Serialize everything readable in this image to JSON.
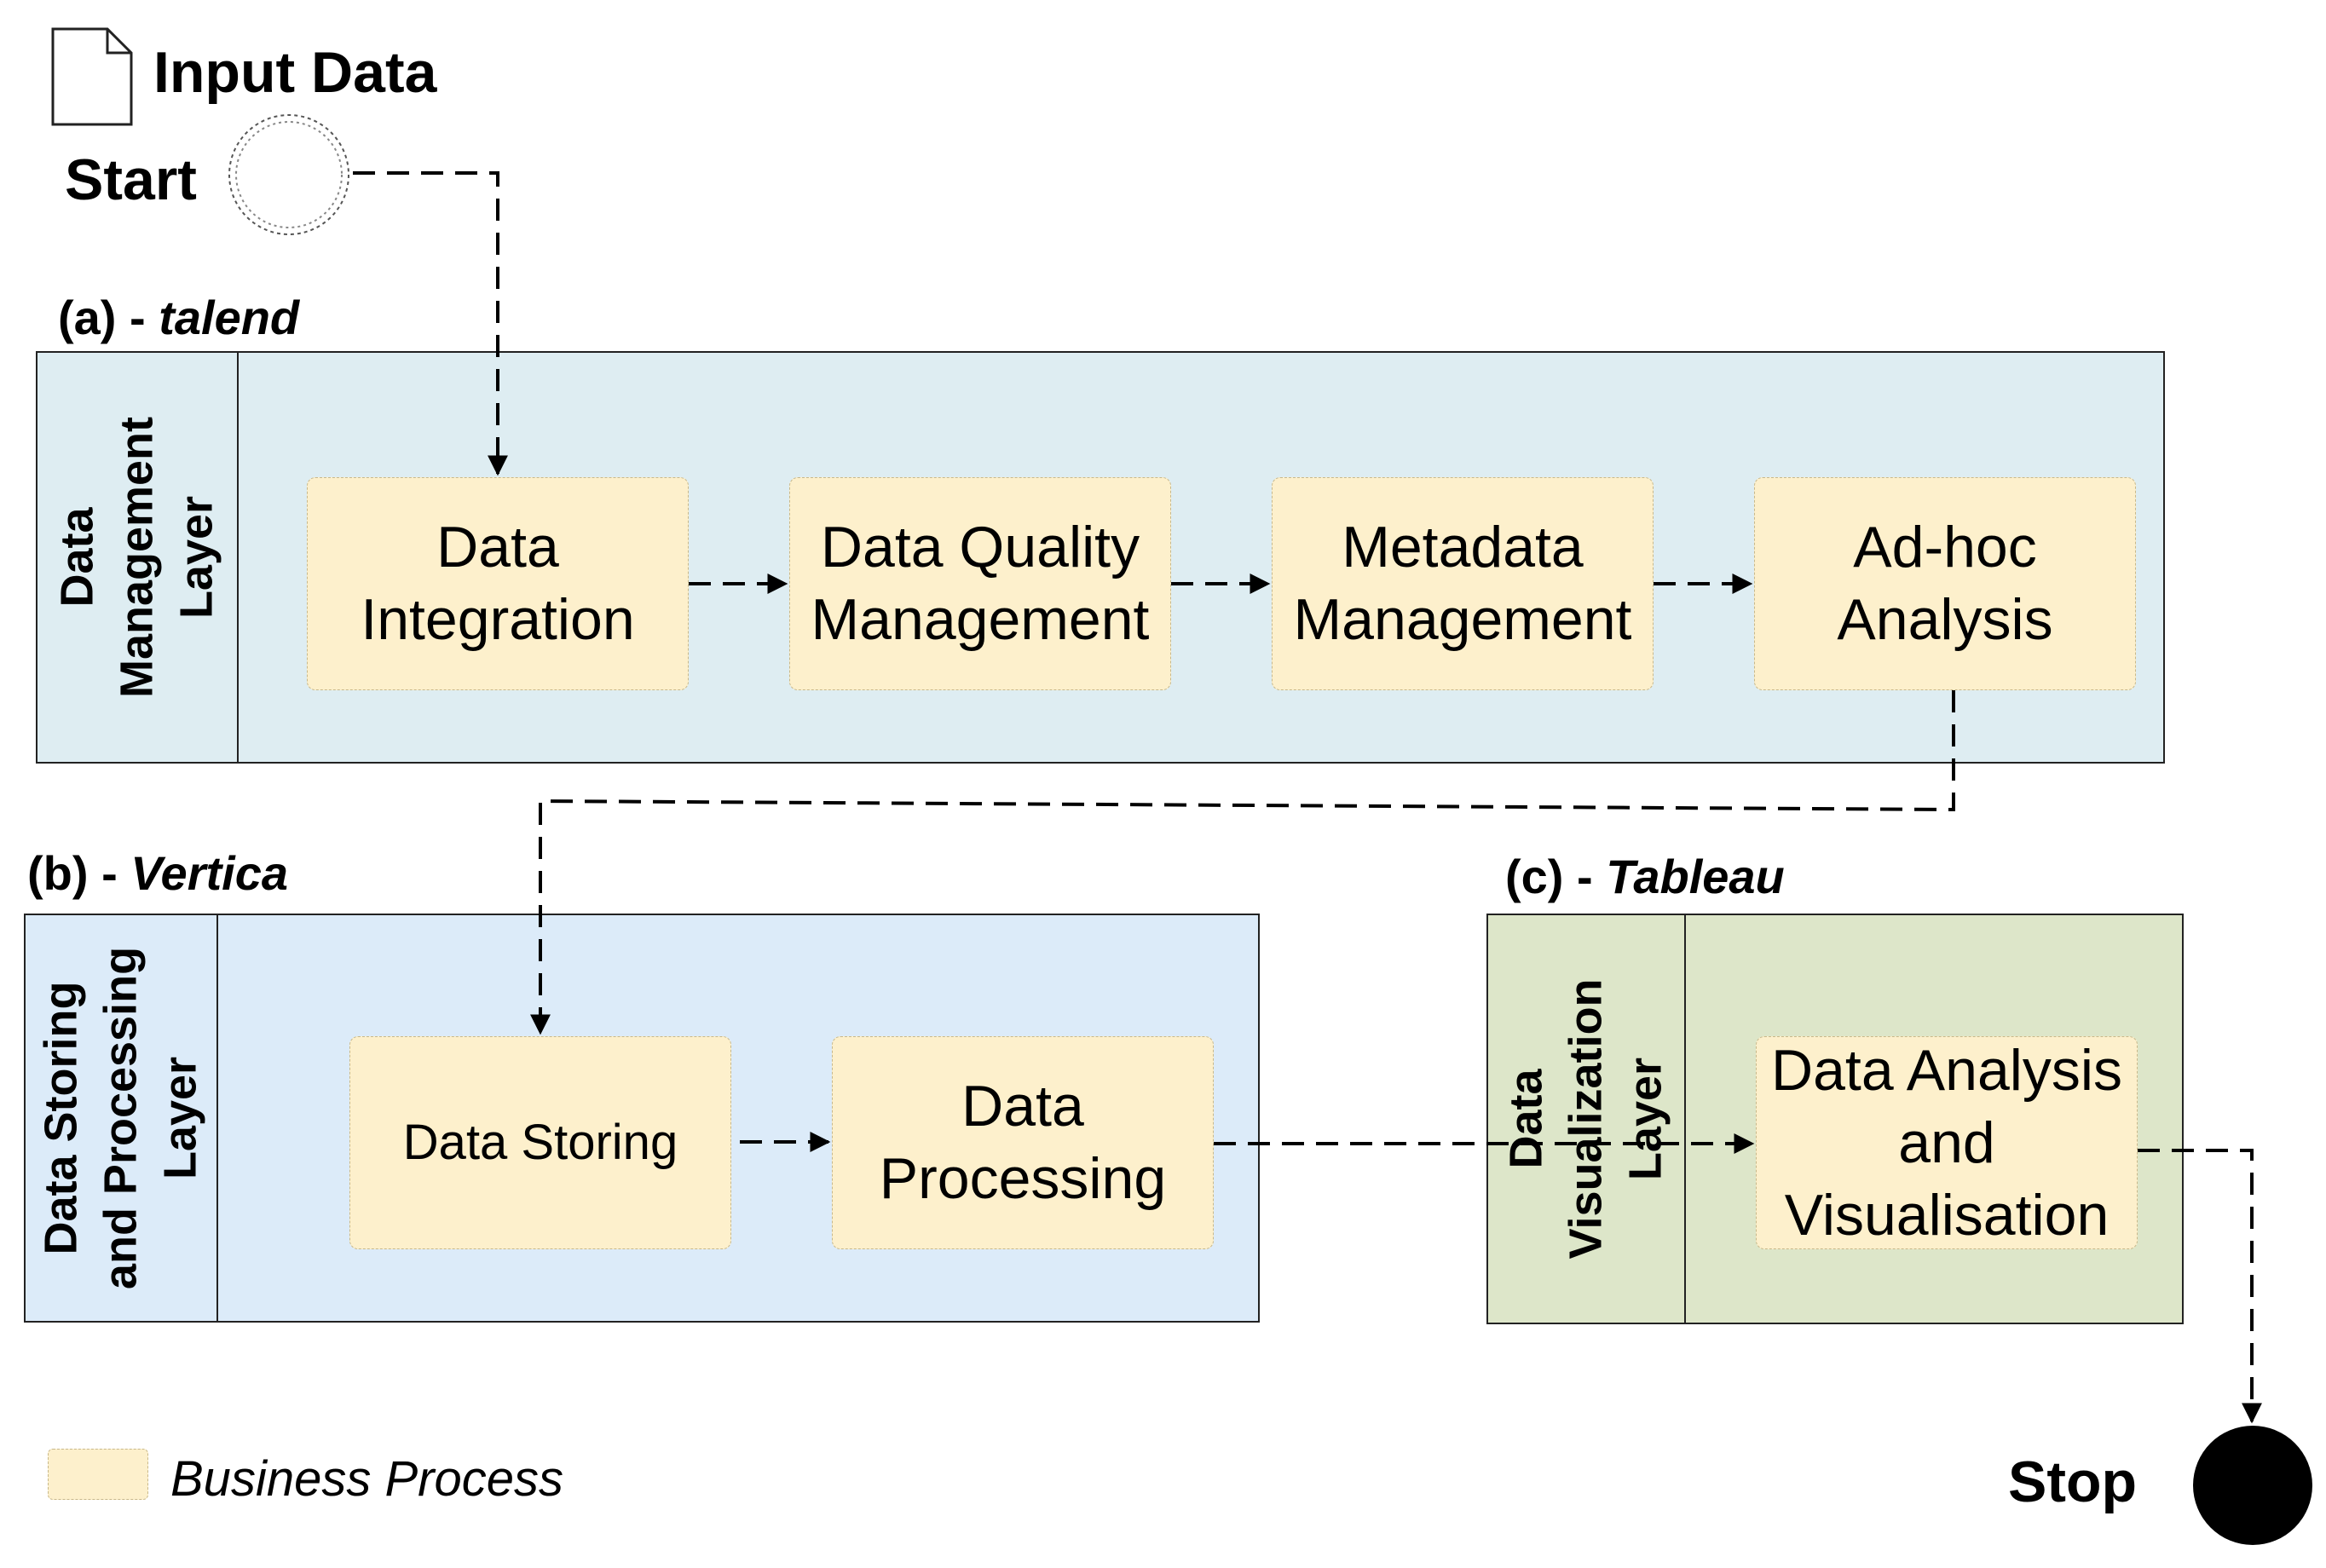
{
  "input": {
    "label": "Input Data"
  },
  "start": {
    "label": "Start"
  },
  "stop": {
    "label": "Stop"
  },
  "pools": {
    "a": {
      "prefix": "(a) - ",
      "system": "talend",
      "lane": [
        "Data",
        "Management",
        "Layer"
      ]
    },
    "b": {
      "prefix": "(b) - ",
      "system": "Vertica",
      "lane": [
        "Data Storing",
        "and Processing",
        "Layer"
      ]
    },
    "c": {
      "prefix": "(c) - ",
      "system": "Tableau",
      "lane": [
        "Data",
        "Visualization",
        "Layer"
      ]
    }
  },
  "tasks": {
    "data_integration": [
      "Data",
      "Integration"
    ],
    "data_quality": [
      "Data Quality",
      "Management"
    ],
    "metadata": [
      "Metadata",
      "Management"
    ],
    "adhoc": [
      "Ad-hoc",
      "Analysis"
    ],
    "data_storing": [
      "Data Storing"
    ],
    "data_processing": [
      "Data",
      "Processing"
    ],
    "data_analysis": [
      "Data Analysis",
      "and",
      "Visualisation"
    ]
  },
  "legend": {
    "label": "Business Process"
  },
  "colors": {
    "task_fill": "#fdf0cc",
    "pool_a": "#deedf2",
    "pool_b": "#dcebf9",
    "pool_c": "#dde6c9",
    "line": "#000000"
  }
}
